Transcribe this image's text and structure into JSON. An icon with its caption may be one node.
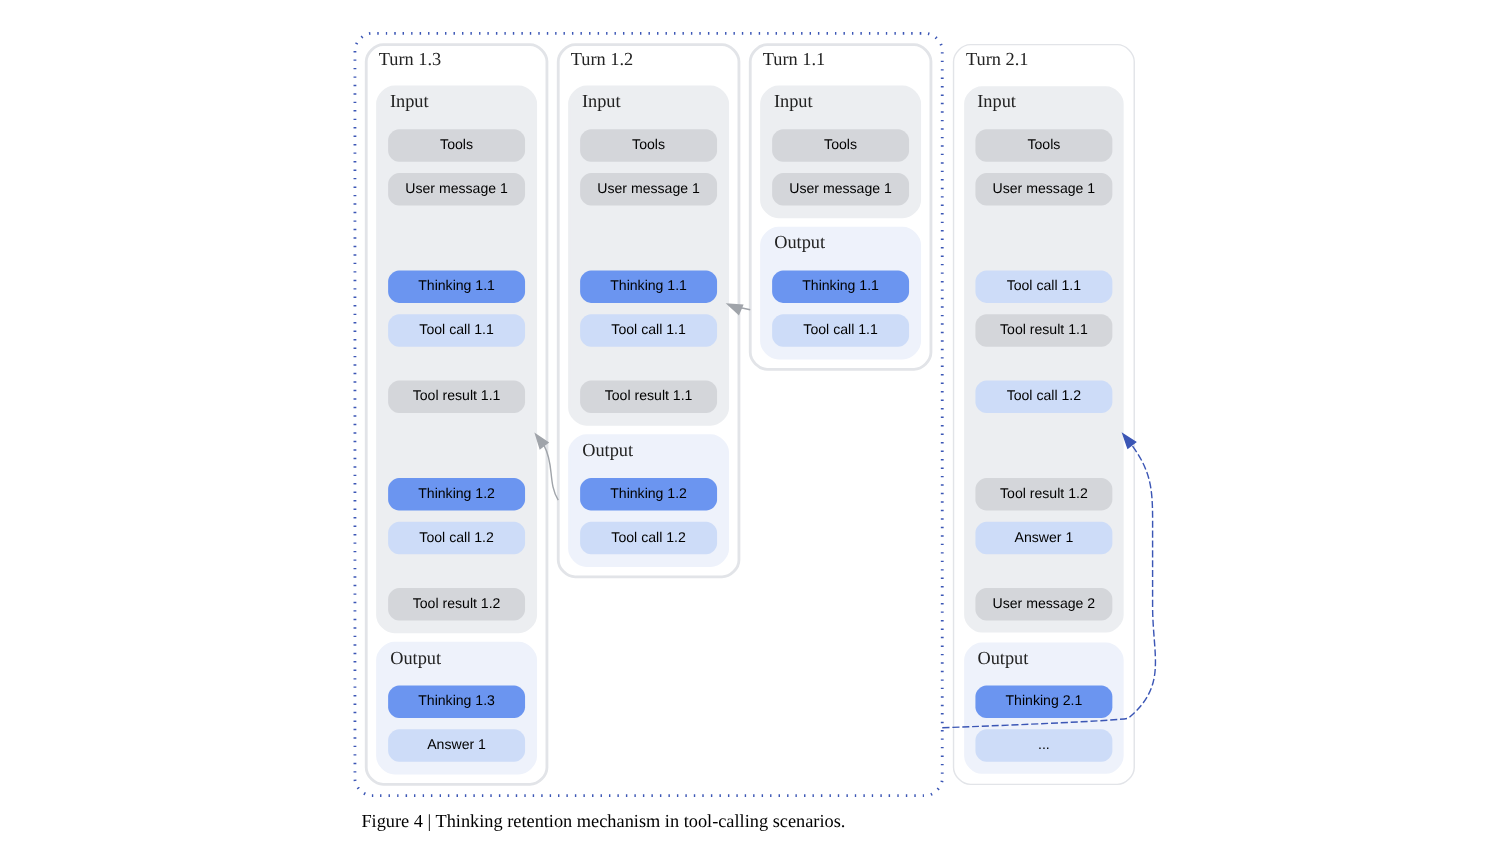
{
  "diagram": {
    "caption": "Figure 4 | Thinking retention mechanism in tool-calling scenarios.",
    "nodes": [
      {
        "text": [],
        "shape": "box"
      },
      {
        "text": [
          "Turn 1.1"
        ],
        "in": 0
      },
      {
        "text": [
          "Input"
        ],
        "in": 1
      },
      {
        "text": [
          "Tools"
        ],
        "in": 2
      },
      {
        "text": [
          "User message 1"
        ],
        "in": 2
      },
      {
        "text": [
          "Output"
        ],
        "in": 1
      },
      {
        "text": [
          "Thinking 1.1"
        ],
        "in": 5
      },
      {
        "text": [
          "Tool call 1.1"
        ],
        "in": 5
      },
      {
        "text": [
          "Turn 1.2"
        ],
        "in": 0
      },
      {
        "text": [
          "Input"
        ],
        "in": 8
      },
      {
        "text": [
          "Tools"
        ],
        "in": 9
      },
      {
        "text": [
          "User message 1"
        ],
        "in": 9
      },
      {
        "text": [
          "Thinking 1.1"
        ],
        "in": 9
      },
      {
        "text": [
          "Tool call 1.1"
        ],
        "in": 9
      },
      {
        "text": [
          "Tool result 1.1"
        ],
        "in": 9
      },
      {
        "text": [
          "Output"
        ],
        "in": 8
      },
      {
        "text": [
          "Thinking 1.2"
        ],
        "in": 15
      },
      {
        "text": [
          "Tool call 1.2"
        ],
        "in": 15
      },
      {
        "text": [
          "Turn 1.3"
        ],
        "in": 0
      },
      {
        "text": [
          "Input"
        ],
        "in": 18
      },
      {
        "text": [
          "Tools"
        ],
        "in": 19
      },
      {
        "text": [
          "User message 1"
        ],
        "in": 19
      },
      {
        "text": [
          "Thinking 1.1"
        ],
        "in": 19
      },
      {
        "text": [
          "Tool call 1.1"
        ],
        "in": 19
      },
      {
        "text": [
          "Tool result 1.1"
        ],
        "in": 19
      },
      {
        "text": [
          "Thinking 1.2"
        ],
        "in": 19
      },
      {
        "text": [
          "Tool call 1.2"
        ],
        "in": 19
      },
      {
        "text": [
          "Tool result 1.2"
        ],
        "in": 19
      },
      {
        "text": [
          "Output"
        ],
        "in": 18
      },
      {
        "text": [
          "Thinking 1.3"
        ],
        "in": 28
      },
      {
        "text": [
          "Answer 1"
        ],
        "in": 28
      },
      {
        "text": [
          "Turn 2.1"
        ]
      },
      {
        "text": [
          "Input"
        ],
        "in": 31
      },
      {
        "text": [
          "Tools"
        ],
        "in": 32
      },
      {
        "text": [
          "User message 1"
        ],
        "in": 32
      },
      {
        "text": [
          "Tool call 1.1"
        ],
        "in": 32
      },
      {
        "text": [
          "Tool result 1.1"
        ],
        "in": 32
      },
      {
        "text": [
          "Tool call 1.2"
        ],
        "in": 32
      },
      {
        "text": [
          "Tool result 1.2"
        ],
        "in": 32
      },
      {
        "text": [
          "Answer 1"
        ],
        "in": 32
      },
      {
        "text": [
          "User message 2"
        ],
        "in": 32
      },
      {
        "text": [
          "Output"
        ],
        "in": 31
      },
      {
        "text": [
          "Thinking 2.1"
        ],
        "in": 41
      },
      {
        "text": [
          "..."
        ],
        "in": 41
      }
    ],
    "edges": [
      {
        "from": 1,
        "to": 9,
        "arrow": "to"
      },
      {
        "from": 8,
        "to": 19,
        "arrow": "to"
      },
      {
        "from": 0,
        "to": 32,
        "arrow": "to",
        "style": "dashed",
        "color": "#3b56b5"
      }
    ]
  }
}
